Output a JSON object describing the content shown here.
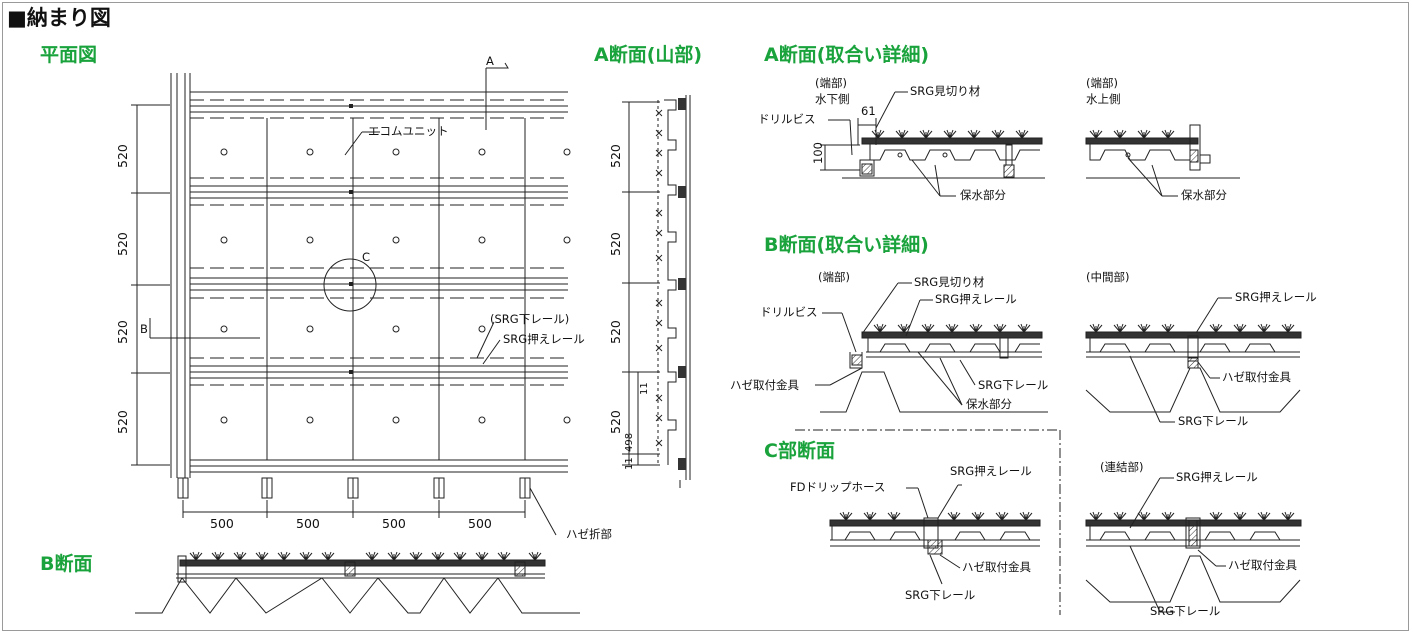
{
  "page": {
    "title": "■納まり図"
  },
  "sections": {
    "plan": "平面図",
    "a_mountain": "A断面(山部)",
    "a_detail": "A断面(取合い詳細)",
    "b_detail": "B断面(取合い詳細)",
    "c_part": "C部断面",
    "b_section": "B断面"
  },
  "plan": {
    "marker_a": "A",
    "marker_b": "B",
    "marker_c": "C",
    "row_dims": [
      "520",
      "520",
      "520",
      "520"
    ],
    "col_dims": [
      "500",
      "500",
      "500",
      "500"
    ],
    "label_unit": "エコムユニット",
    "label_lower_rail": "(SRG下レール)",
    "label_press_rail": "SRG押えレール",
    "label_haze": "ハゼ折部"
  },
  "a_mountain": {
    "dims_v": [
      "520",
      "520",
      "520",
      "520"
    ],
    "dim_498": "498",
    "dim_11a": "11",
    "dim_11b": "11"
  },
  "a_detail": {
    "left_tag": "(端部)",
    "left_side": "水下側",
    "right_tag": "(端部)",
    "right_side": "水上側",
    "mikiri": "SRG見切り材",
    "dim_61": "61",
    "dim_100": "100",
    "drill": "ドリルビス",
    "hosui_left": "保水部分",
    "hosui_right": "保水部分"
  },
  "b_detail": {
    "left_tag": "(端部)",
    "right_tag": "(中間部)",
    "mikiri": "SRG見切り材",
    "press_left": "SRG押えレール",
    "press_right": "SRG押えレール",
    "drill": "ドリルビス",
    "haze_left": "ハゼ取付金具",
    "haze_right": "ハゼ取付金具",
    "lower_left": "SRG下レール",
    "lower_right": "SRG下レール",
    "hosui": "保水部分"
  },
  "c_part": {
    "fd_hose": "FDドリップホース",
    "press": "SRG押えレール",
    "haze": "ハゼ取付金具",
    "lower": "SRG下レール"
  },
  "joint": {
    "tag": "(連結部)",
    "press": "SRG押えレール",
    "haze": "ハゼ取付金具",
    "lower": "SRG下レール"
  },
  "colors": {
    "accent_green": "#1aa33c",
    "line": "#222222",
    "frame": "#9a9a9a"
  }
}
